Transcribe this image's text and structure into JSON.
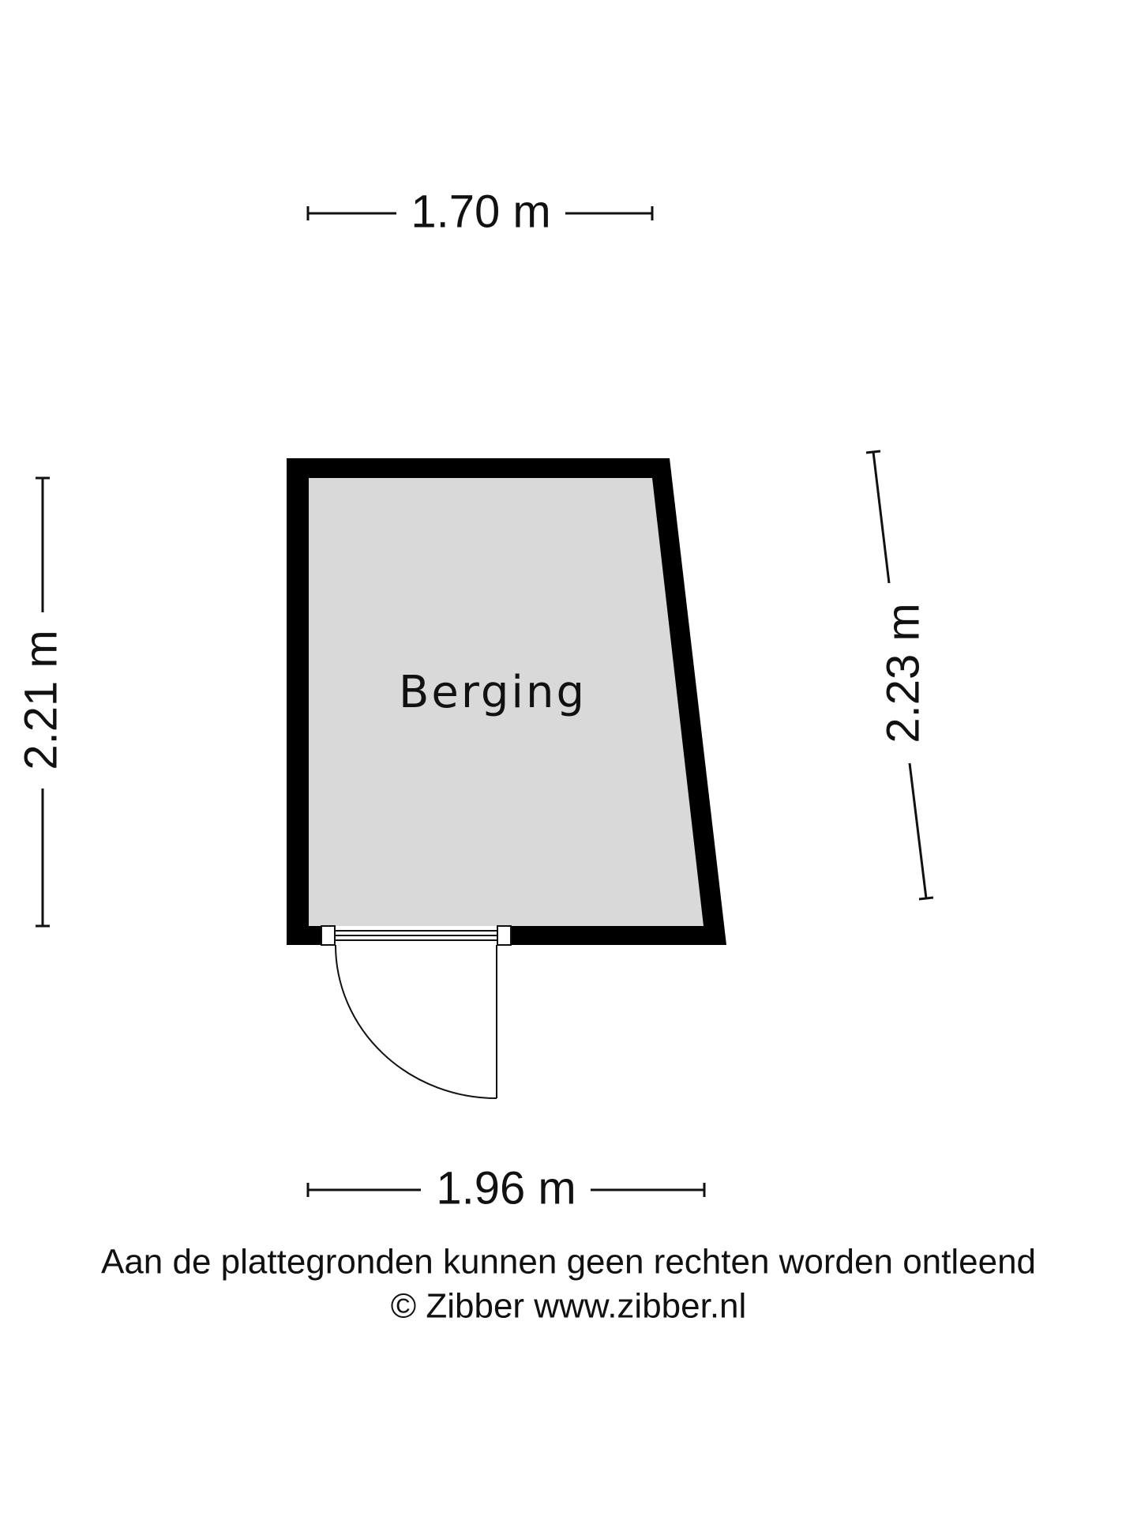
{
  "room": {
    "name": "Berging"
  },
  "dimensions": {
    "top_width": "1.70 m",
    "bottom_width": "1.96 m",
    "left_height": "2.21 m",
    "right_height": "2.23 m"
  },
  "footer": {
    "disclaimer": "Aan de plattegronden kunnen geen rechten worden ontleend",
    "copyright": "© Zibber www.zibber.nl"
  },
  "colors": {
    "wall": "#000000",
    "floor": "#d9d9d9",
    "line": "#111111",
    "background": "#ffffff"
  }
}
